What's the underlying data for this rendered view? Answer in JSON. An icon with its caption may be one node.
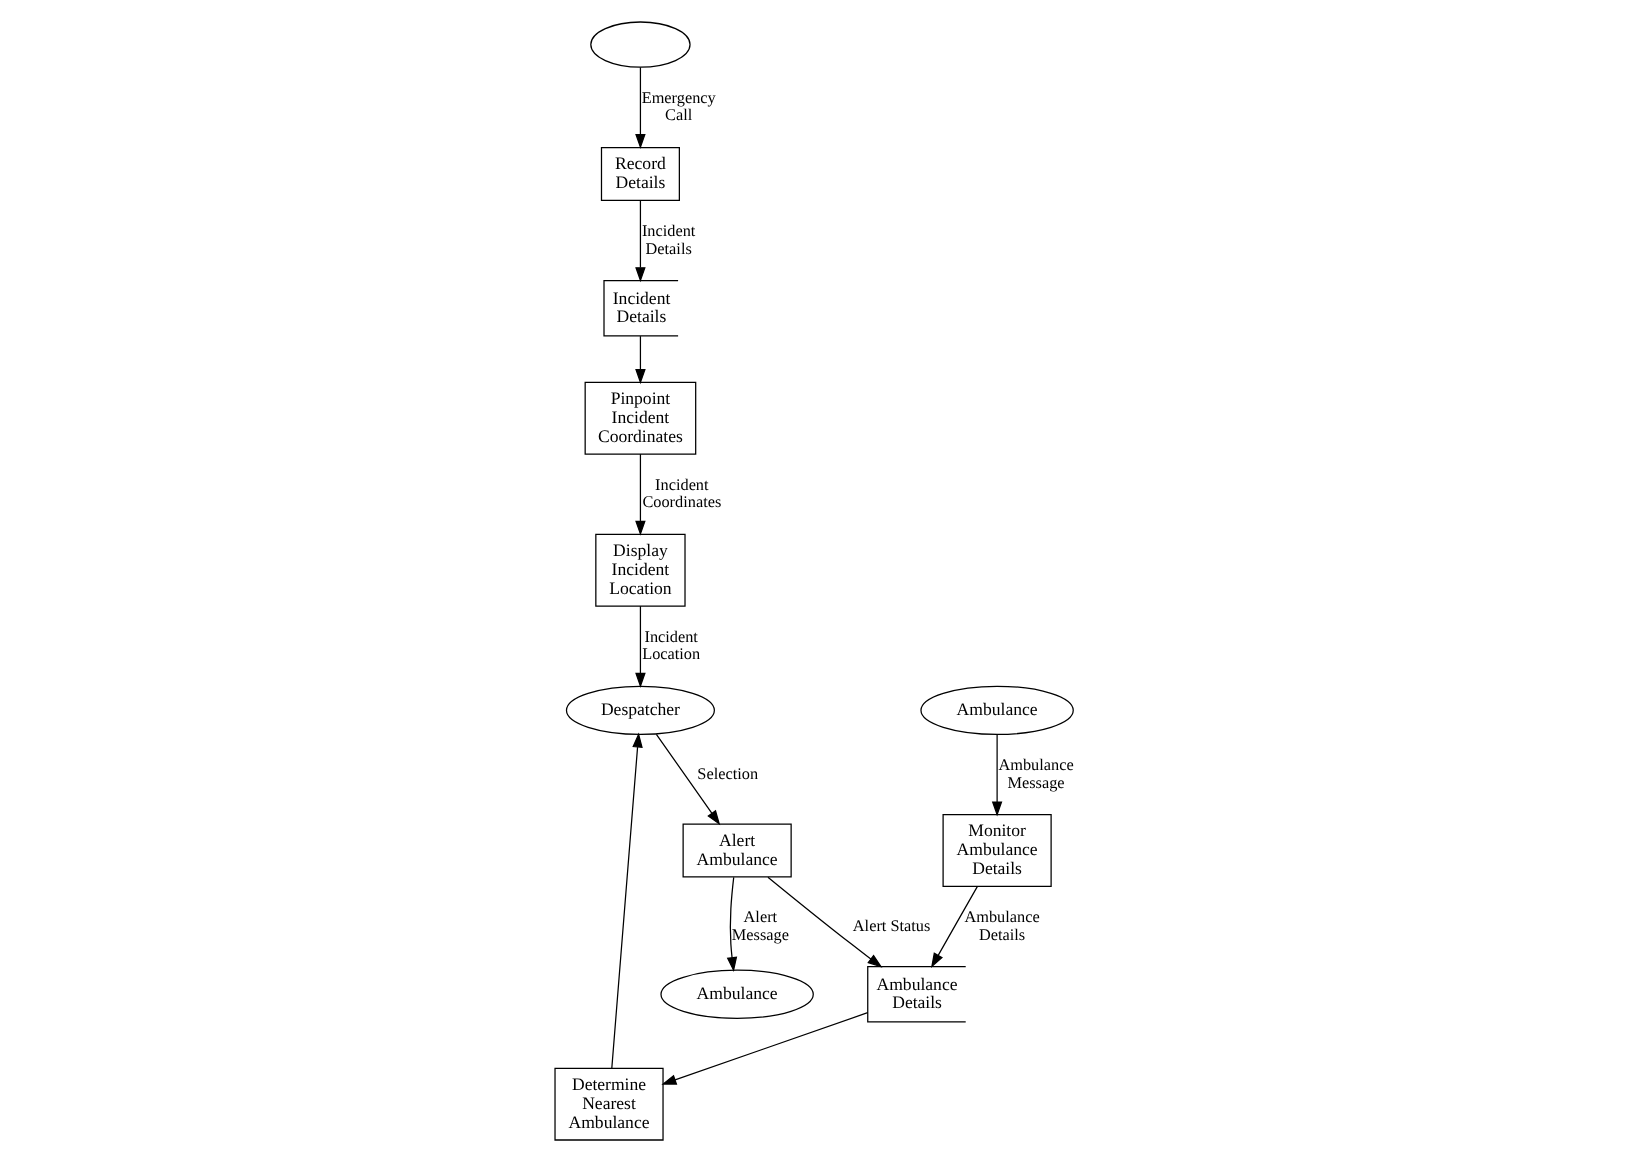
{
  "diagram": {
    "nodes": [
      {
        "text": [],
        "shape": "ellipse"
      },
      {
        "text": [
          "Record Details"
        ]
      },
      {
        "text": [
          "Incident Details"
        ]
      },
      {
        "text": [
          "Pinpoint Incident Coordinates"
        ]
      },
      {
        "text": [
          "Display Incident Location"
        ]
      },
      {
        "text": [
          "Despatcher"
        ]
      },
      {
        "text": [
          "Determine Nearest Ambulance"
        ]
      },
      {
        "text": [
          "Alert Ambulance"
        ]
      },
      {
        "text": [
          "Ambulance Details"
        ]
      },
      {
        "text": [
          "Monitor Ambulance Details"
        ]
      },
      {
        "text": [
          "Ambulance"
        ]
      },
      {
        "text": [
          "Ambulance"
        ]
      }
    ],
    "edges": [
      {
        "from": 0,
        "to": 1,
        "arrow": "to",
        "label": "Emergency Call"
      },
      {
        "from": 1,
        "to": 2,
        "arrow": "to",
        "label": "Incident Details"
      },
      {
        "from": 2,
        "to": 3,
        "arrow": "to"
      },
      {
        "from": 3,
        "to": 4,
        "arrow": "to",
        "label": "Incident Coordinates"
      },
      {
        "from": 4,
        "to": 5,
        "arrow": "to",
        "label": "Incident Location"
      },
      {
        "from": 6,
        "to": 5,
        "arrow": "to"
      },
      {
        "from": 5,
        "to": 7,
        "arrow": "to",
        "label": "Selection"
      },
      {
        "from": 7,
        "to": 8,
        "arrow": "to",
        "label": "Alert Status"
      },
      {
        "from": 8,
        "to": 6,
        "arrow": "to"
      },
      {
        "from": 9,
        "to": 8,
        "arrow": "to",
        "label": "Ambulance Details"
      },
      {
        "from": 7,
        "to": 10,
        "arrow": "to",
        "label": "Alert Message"
      },
      {
        "from": 11,
        "to": 9,
        "arrow": "to",
        "label": "Ambulance Message"
      }
    ]
  }
}
